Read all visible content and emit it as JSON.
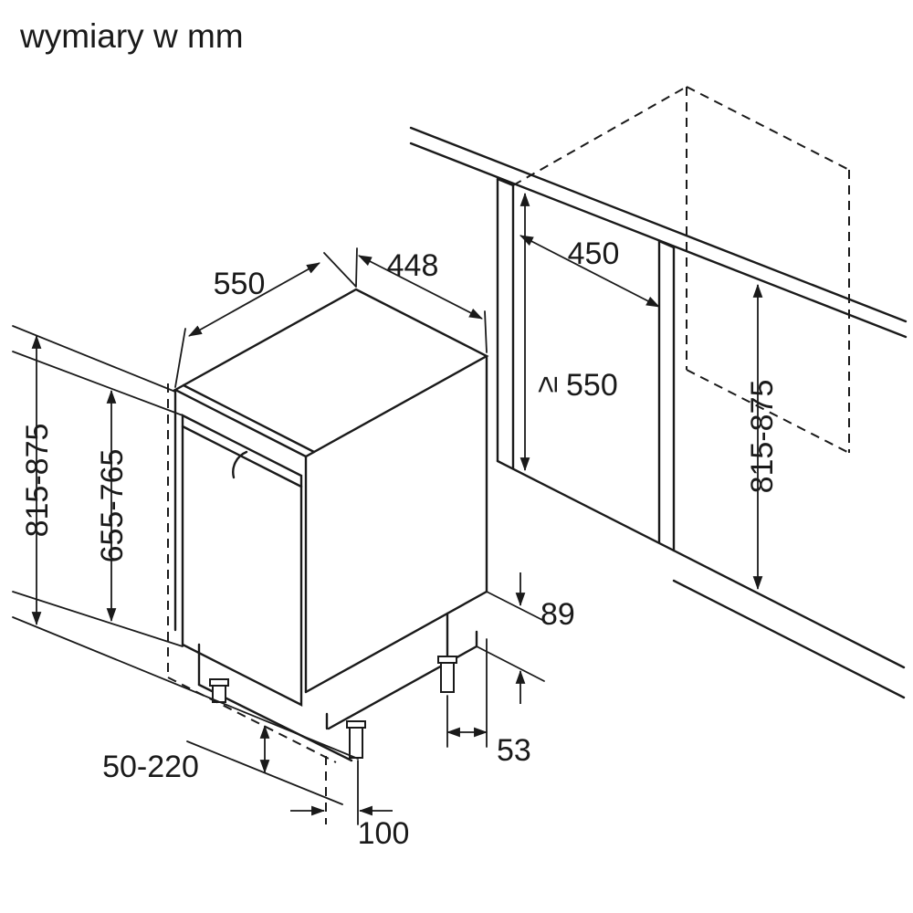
{
  "title": "wymiary w mm",
  "dimensions": {
    "unit_depth": "550",
    "unit_width": "448",
    "niche_width": "450",
    "niche_depth_operator": "≥",
    "niche_depth": "550",
    "unit_height": "815-875",
    "door_height": "655-765",
    "niche_height": "815-875",
    "base_step": "89",
    "rear_foot_offset": "53",
    "plinth_height": "50-220",
    "front_foot_setback": "100"
  },
  "colors": {
    "line": "#1a1a1a",
    "background": "#ffffff"
  }
}
